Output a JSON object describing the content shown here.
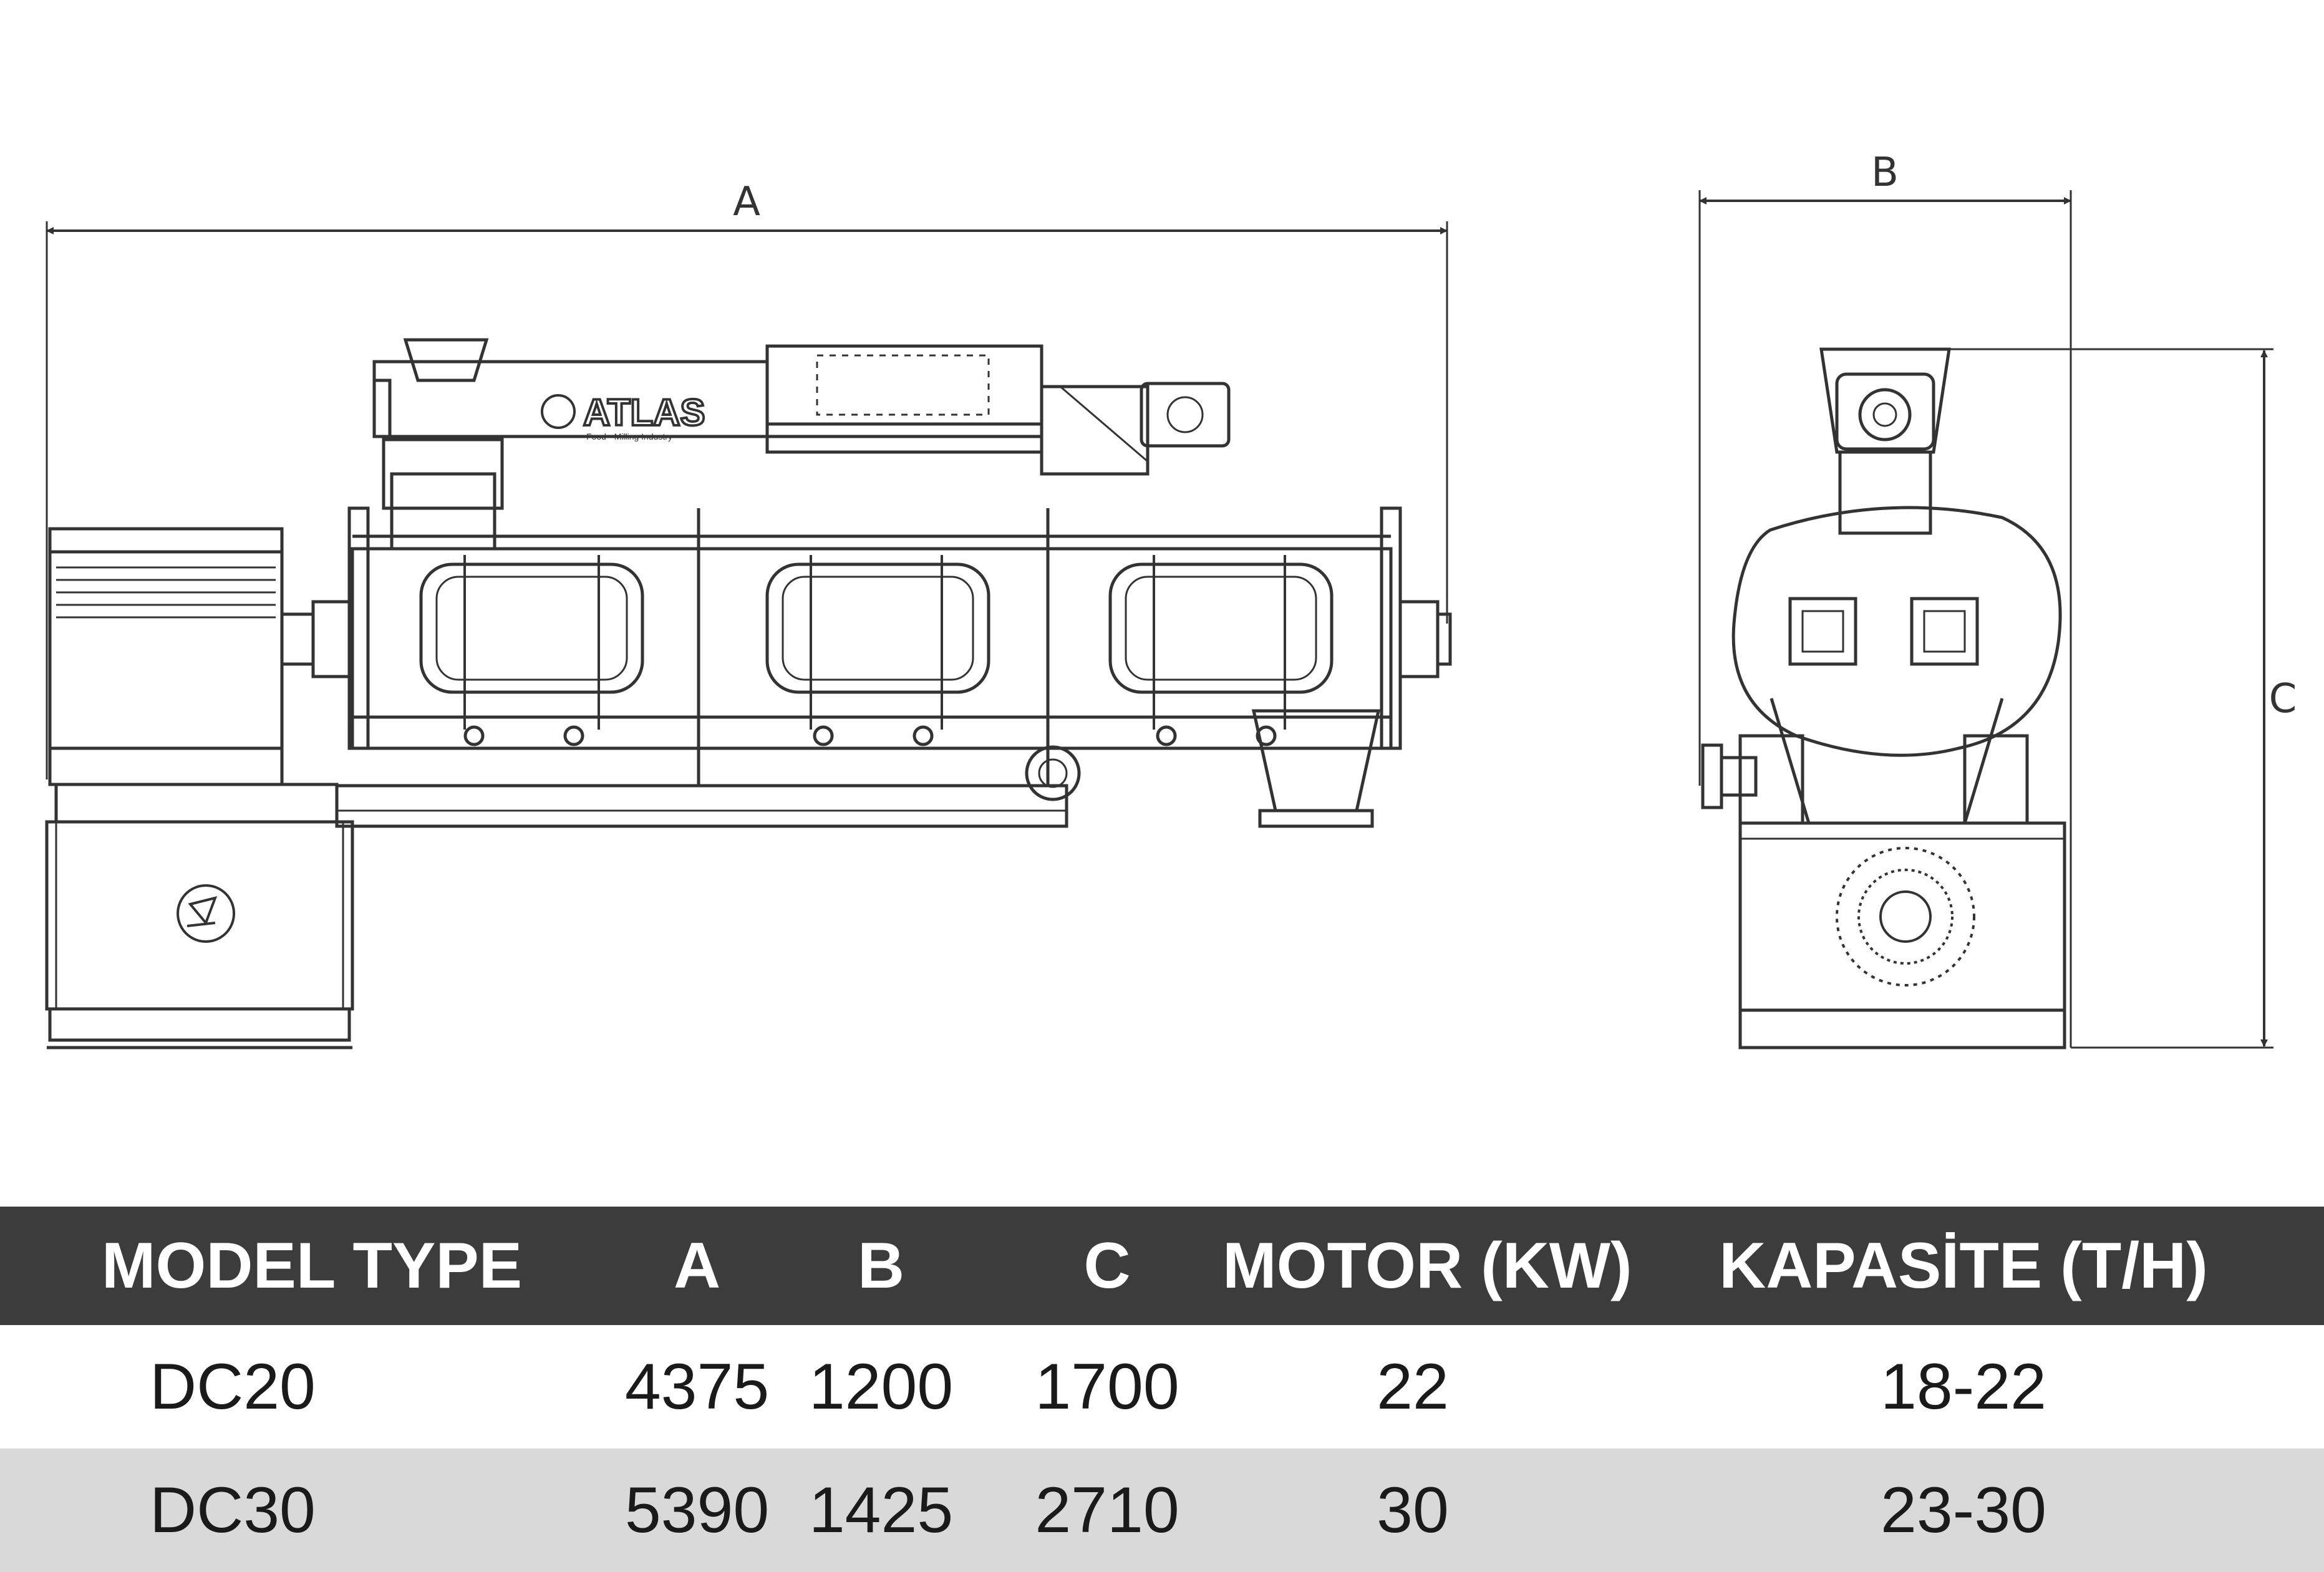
{
  "drawing": {
    "dimension_labels": {
      "a": "A",
      "b": "B",
      "c": "C"
    },
    "logo_text": "ATLAS",
    "logo_subtext": "Food • Milling Industry"
  },
  "spec_table": {
    "headers": [
      "MODEL TYPE",
      "A",
      "B",
      "C",
      "MOTOR (KW)",
      "KAPASİTE (T/H)"
    ],
    "rows": [
      [
        "DC20",
        "4375",
        "1200",
        "1700",
        "22",
        "18-22"
      ],
      [
        "DC30",
        "5390",
        "1425",
        "2710",
        "30",
        "23-30"
      ]
    ]
  },
  "colors": {
    "header_bg": "#3c3c3c",
    "alt_row_bg": "#d9d9d9",
    "line": "#333333"
  }
}
